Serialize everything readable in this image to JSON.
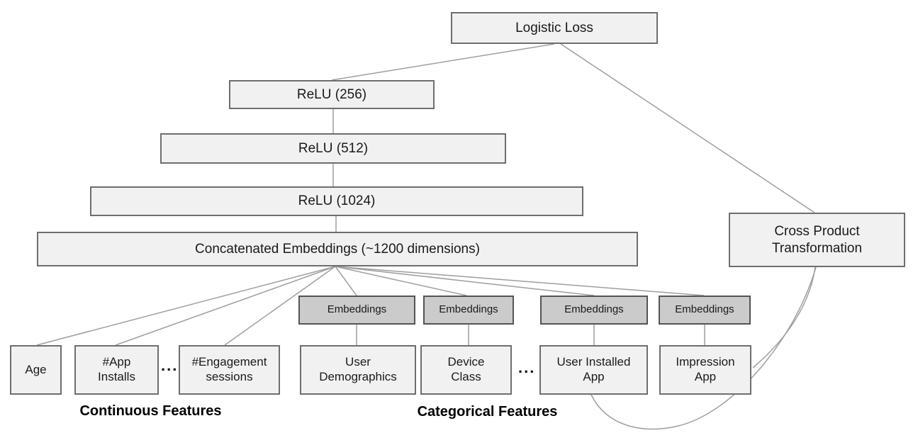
{
  "diagram": {
    "nodes": {
      "logistic_loss": "Logistic Loss",
      "relu_256": "ReLU (256)",
      "relu_512": "ReLU (512)",
      "relu_1024": "ReLU (1024)",
      "concatenated_embeddings": "Concatenated Embeddings (~1200 dimensions)",
      "cross_product_transformation": "Cross Product Transformation",
      "embeddings_labels": [
        "Embeddings",
        "Embeddings",
        "Embeddings",
        "Embeddings"
      ],
      "inputs": {
        "age": "Age",
        "app_installs": "#App Installs",
        "engagement_sessions": "#Engagement sessions",
        "user_demographics": "User Demographics",
        "device_class": "Device Class",
        "user_installed_app": "User Installed App",
        "impression_app": "Impression App"
      },
      "ellipsis": "..."
    },
    "group_labels": {
      "continuous": "Continuous Features",
      "categorical": "Categorical Features"
    },
    "colors": {
      "node_fill": "#f1f1f1",
      "node_border": "#6e6e6e",
      "embedding_fill": "#cbcbcb",
      "embedding_border": "#545454",
      "edge": "#9e9e9e",
      "text": "#1a1a1a",
      "background": "#ffffff"
    }
  }
}
